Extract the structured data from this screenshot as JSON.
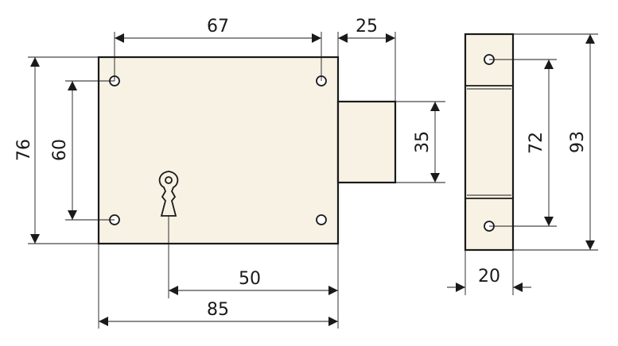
{
  "colors": {
    "body": "#f7f2e4",
    "line": "#1a1a1a",
    "background": "#ffffff"
  },
  "dimensions": {
    "hole_spacing_horizontal": "67",
    "bolt_projection": "25",
    "bolt_height": "35",
    "overall_height": "76",
    "hole_spacing_vertical": "60",
    "keyhole_offset": "50",
    "overall_width": "85",
    "side_hole_spacing": "72",
    "side_height": "93",
    "side_thickness": "20"
  }
}
